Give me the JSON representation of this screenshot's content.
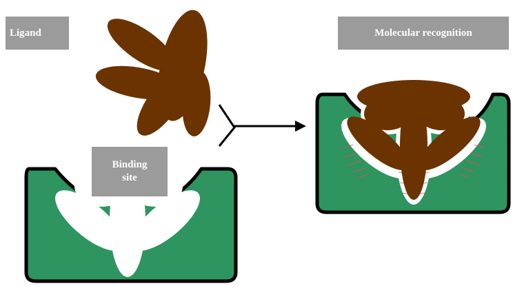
{
  "labels": {
    "ligand": "Ligand",
    "binding_site_line1": "Binding",
    "binding_site_line2": "site",
    "molecular_recognition": "Molecular recognition"
  },
  "colors": {
    "ligand": "#6b3300",
    "receptor": "#2e9460",
    "outline": "#000000",
    "label_box": "#9b9b9b",
    "contact_lines": "#e0505a"
  }
}
